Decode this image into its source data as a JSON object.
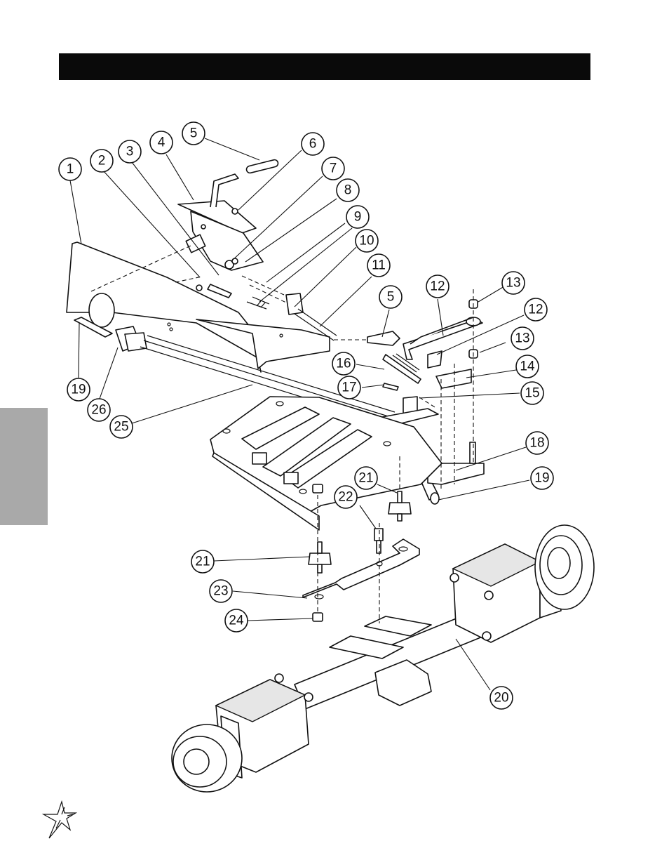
{
  "header": {
    "title": ""
  },
  "callouts": [
    {
      "label": "1"
    },
    {
      "label": "2"
    },
    {
      "label": "3"
    },
    {
      "label": "4"
    },
    {
      "label": "5"
    },
    {
      "label": "6"
    },
    {
      "label": "7"
    },
    {
      "label": "8"
    },
    {
      "label": "9"
    },
    {
      "label": "10"
    },
    {
      "label": "11"
    },
    {
      "label": "12"
    },
    {
      "label": "13"
    },
    {
      "label": "5"
    },
    {
      "label": "12"
    },
    {
      "label": "13"
    },
    {
      "label": "14"
    },
    {
      "label": "16"
    },
    {
      "label": "15"
    },
    {
      "label": "17"
    },
    {
      "label": "19"
    },
    {
      "label": "26"
    },
    {
      "label": "25"
    },
    {
      "label": "18"
    },
    {
      "label": "19"
    },
    {
      "label": "21"
    },
    {
      "label": "22"
    },
    {
      "label": "21"
    },
    {
      "label": "23"
    },
    {
      "label": "24"
    },
    {
      "label": "20"
    }
  ],
  "icons": {
    "logo": "star-logo-icon"
  }
}
